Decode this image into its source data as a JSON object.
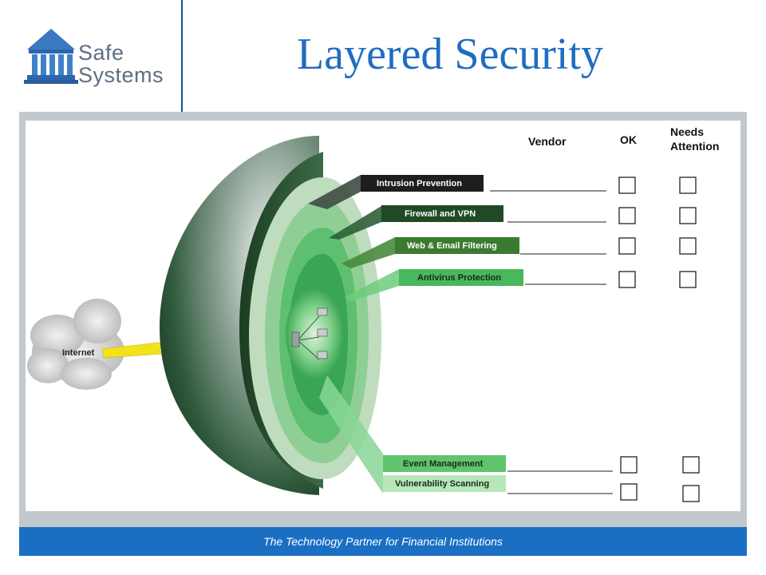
{
  "brand": {
    "line1": "Safe",
    "line2": "Systems"
  },
  "title": "Layered Security",
  "footer": "The Technology Partner for Financial Institutions",
  "columns": {
    "vendor": "Vendor",
    "ok": "OK",
    "needs1": "Needs",
    "needs2": "Attention"
  },
  "cloud_label": "Internet",
  "layers": [
    "Intrusion Prevention",
    "Firewall and VPN",
    "Web & Email Filtering",
    "Antivirus Protection",
    "Event Management",
    "Vulnerability Scanning"
  ],
  "icons": {
    "logo": "bank-building-icon",
    "cloud": "cloud-icon",
    "bolt": "lightning-bolt-icon",
    "server": "server-icon",
    "workstation": "workstation-icon",
    "checkbox": "checkbox-icon"
  },
  "colors": {
    "title": "#1f6dc2",
    "footer": "#1b6fc3",
    "frame": "#c3c8cd",
    "bolt": "#f2e21a"
  }
}
